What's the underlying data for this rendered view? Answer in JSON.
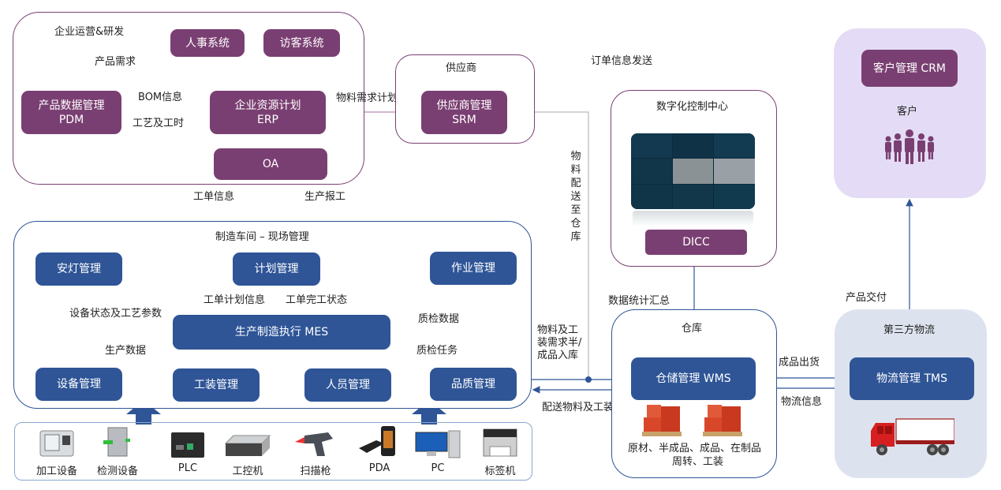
{
  "colors": {
    "enterprise_purple": "#7a3f72",
    "workshop_blue": "#2f5597",
    "customer_bg": "#e4dcf6",
    "logistics_bg": "#dde3ee"
  },
  "enterprise": {
    "title": "企业运营&研发",
    "hr": "人事系统",
    "visitor": "访客系统",
    "pdm_line1": "产品数据管理",
    "pdm_line2": "PDM",
    "erp_line1": "企业资源计划",
    "erp_line2": "ERP",
    "oa": "OA",
    "labels": {
      "product_demand": "产品需求",
      "bom": "BOM信息",
      "process_time": "工艺及工时"
    }
  },
  "supplier": {
    "title": "供应商",
    "srm_line1": "供应商管理",
    "srm_line2": "SRM"
  },
  "control_center": {
    "title": "数字化控制中心",
    "dicc": "DICC"
  },
  "customer": {
    "crm": "客户管理 CRM",
    "title": "客户"
  },
  "workshop": {
    "title": "制造车间 – 现场管理",
    "andon": "安灯管理",
    "plan": "计划管理",
    "operation": "作业管理",
    "mes": "生产制造执行 MES",
    "equipment": "设备管理",
    "tooling": "工装管理",
    "personnel": "人员管理",
    "quality": "品质管理",
    "labels": {
      "work_order_plan": "工单计划信息",
      "work_order_done": "工单完工状态",
      "equipment_status": "设备状态及工艺参数",
      "production_data": "生产数据",
      "qc_data": "质检数据",
      "qc_task": "质检任务"
    }
  },
  "warehouse": {
    "title": "仓库",
    "wms": "仓储管理 WMS",
    "goods_line1": "原材、半成品、成品、在制品",
    "goods_line2": "周转、工装"
  },
  "logistics": {
    "title": "第三方物流",
    "tms": "物流管理 TMS"
  },
  "devices": [
    {
      "name": "加工设备",
      "icon": "cnc-machine-icon"
    },
    {
      "name": "检测设备",
      "icon": "inspection-device-icon"
    },
    {
      "name": "PLC",
      "icon": "plc-icon"
    },
    {
      "name": "工控机",
      "icon": "industrial-pc-icon"
    },
    {
      "name": "扫描枪",
      "icon": "barcode-scanner-icon"
    },
    {
      "name": "PDA",
      "icon": "pda-icon"
    },
    {
      "name": "PC",
      "icon": "desktop-pc-icon"
    },
    {
      "name": "标签机",
      "icon": "label-printer-icon"
    }
  ],
  "flows": {
    "work_order_info": "工单信息",
    "production_report": "生产报工",
    "material_plan": "物料需求计划",
    "order_send": "订单信息发送",
    "material_to_warehouse": "物料配送至仓库",
    "material_tool_demand": "物料及工装需求半/成品入库",
    "deliver_material": "配送物料及工装",
    "data_summary": "数据统计汇总",
    "finished_shipping": "成品出货",
    "logistics_info": "物流信息",
    "product_delivery": "产品交付"
  }
}
